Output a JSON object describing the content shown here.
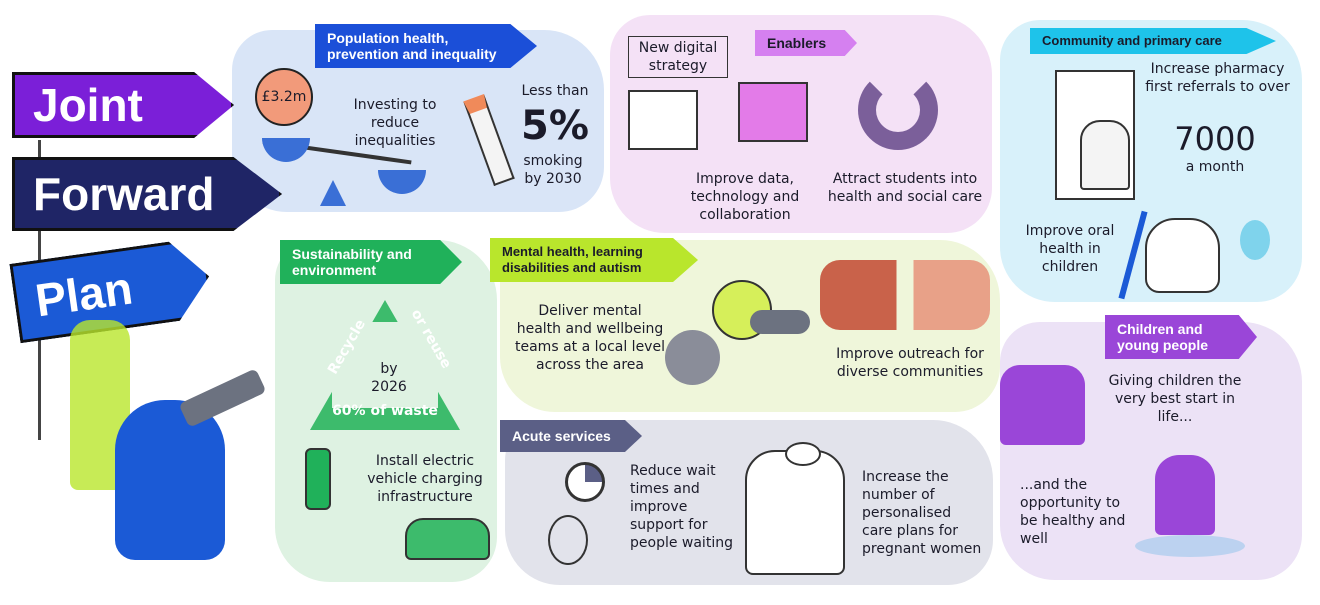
{
  "title_sign": {
    "line1": "Joint",
    "line2": "Forward",
    "line3": "Plan"
  },
  "sections": {
    "population": {
      "heading": "Population health, prevention and inequality",
      "coin_label": "£3.2m",
      "investing": "Investing to reduce inequalities",
      "less_than": "Less than",
      "percent": "5%",
      "smoking": "smoking by 2030"
    },
    "enablers": {
      "heading": "Enablers",
      "digital": "New digital strategy",
      "data": "Improve data, technology and collaboration",
      "students": "Attract students into health and social care"
    },
    "community": {
      "heading": "Community and primary care",
      "pharmacy": "Increase pharmacy first referrals to over",
      "number": "7000",
      "per": "a month",
      "oral": "Improve oral health in children"
    },
    "sustainability": {
      "heading": "Sustainability and environment",
      "recycle": "Recycle",
      "reuse": "or reuse",
      "by": "by 2026",
      "waste": "60% of waste",
      "ev": "Install electric vehicle charging infrastructure"
    },
    "mental": {
      "heading": "Mental health, learning disabilities and autism",
      "teams": "Deliver mental health and wellbeing teams at a local level across the area",
      "outreach": "Improve outreach for diverse communities"
    },
    "acute": {
      "heading": "Acute services",
      "wait": "Reduce wait times and improve support for people waiting",
      "care": "Increase the number of personalised care plans for pregnant women"
    },
    "children": {
      "heading": "Children and young people",
      "start": "Giving children the very best start in life...",
      "healthy": "...and the opportunity to be healthy and well"
    }
  },
  "colors": {
    "joint": "#7b1fd8",
    "forward": "#1f2566",
    "plan": "#1b5ad6",
    "population": "#1b4fd8",
    "enablers": "#d580f0",
    "community": "#1ec3ea",
    "sustainability": "#20b15a",
    "mental": "#b9e62c",
    "acute": "#5b5f86",
    "children": "#9a46d8"
  }
}
